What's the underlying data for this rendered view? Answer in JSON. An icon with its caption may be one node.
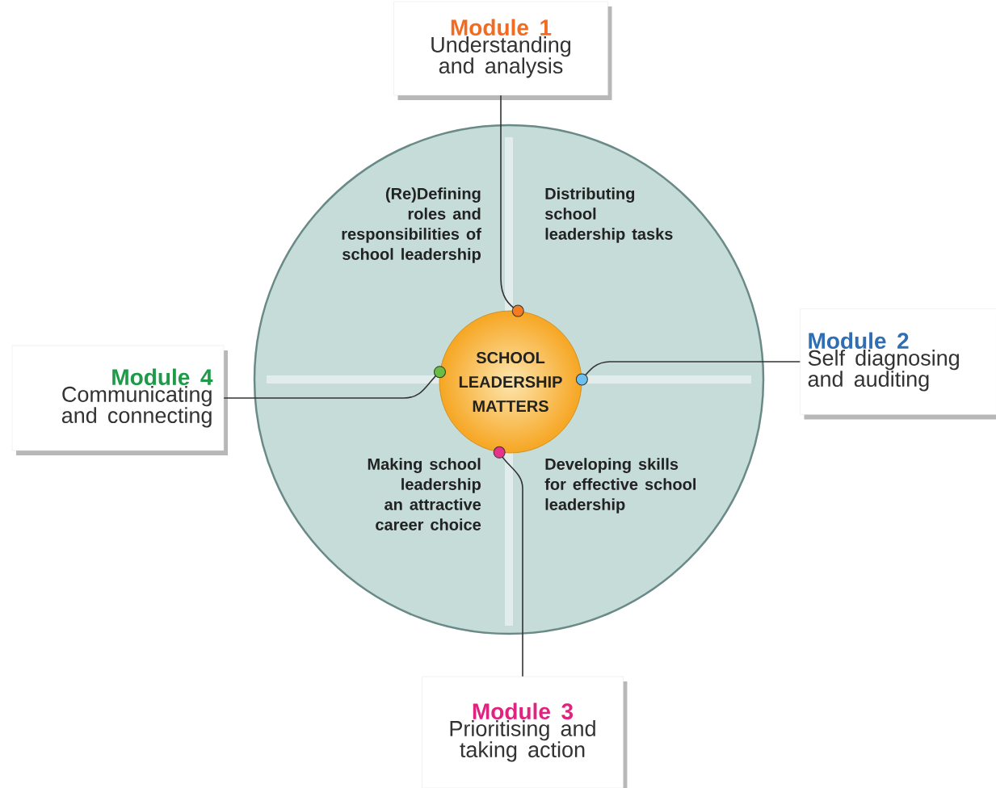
{
  "diagram": {
    "nodes": [
      {
        "text": [
          "(Re)Defining roles and responsibilities of school leadership",
          "Distributing school leadership tasks",
          "Making school leadership an attractive career choice",
          "Developing skills for effective school leadership"
        ]
      },
      {
        "text": [
          "SCHOOL LEADERSHIP MATTERS"
        ],
        "in": 0
      },
      {
        "text": [
          "Module 1",
          "Understanding and analysis"
        ]
      },
      {
        "text": [
          "Module 2",
          "Self diagnosing and auditing"
        ]
      },
      {
        "text": [
          "Module 3",
          "Prioritising and taking action"
        ]
      },
      {
        "text": [
          "Module 4",
          "Communicating and connecting"
        ]
      }
    ],
    "edges": [
      {
        "from": 2,
        "to": 1,
        "arrow": "other"
      },
      {
        "from": 3,
        "to": 1,
        "arrow": "other"
      },
      {
        "from": 4,
        "to": 1,
        "arrow": "other"
      },
      {
        "from": 5,
        "to": 1,
        "arrow": "other"
      }
    ]
  }
}
